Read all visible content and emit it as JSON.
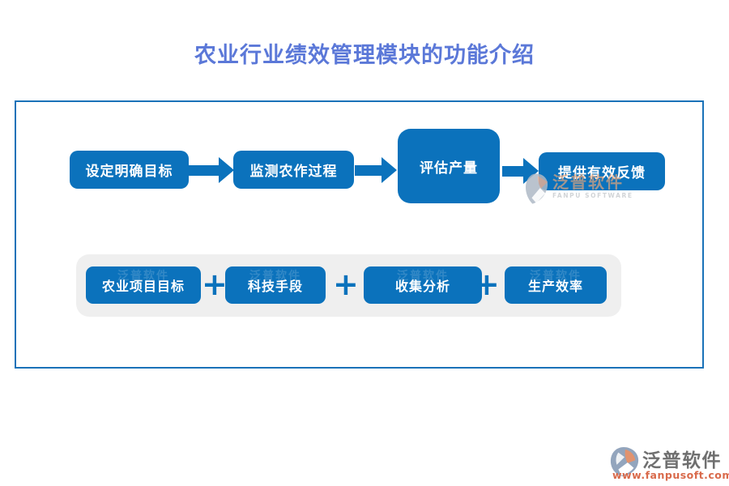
{
  "page": {
    "title": "农业行业绩效管理模块的功能介绍"
  },
  "flow": {
    "steps": [
      {
        "label": "设定明确目标"
      },
      {
        "label": "监测农作过程"
      },
      {
        "label": "评估产量"
      },
      {
        "label": "提供有效反馈"
      }
    ]
  },
  "formula": {
    "plus": "+",
    "items": [
      {
        "label": "农业项目目标"
      },
      {
        "label": "科技手段"
      },
      {
        "label": "收集分析"
      },
      {
        "label": "生产效率"
      }
    ]
  },
  "watermark": {
    "brand": "泛普软件",
    "subtext": "FANPU SOFTWARE"
  },
  "footer": {
    "brand": "泛普软件",
    "url": "www.fanpusoft.com"
  },
  "colors": {
    "box_blue": "#0b72bc",
    "title_blue": "#5b78d8",
    "border_blue": "#1a72b8",
    "panel_gray": "#efefef",
    "url_orange": "#d96a4b"
  }
}
